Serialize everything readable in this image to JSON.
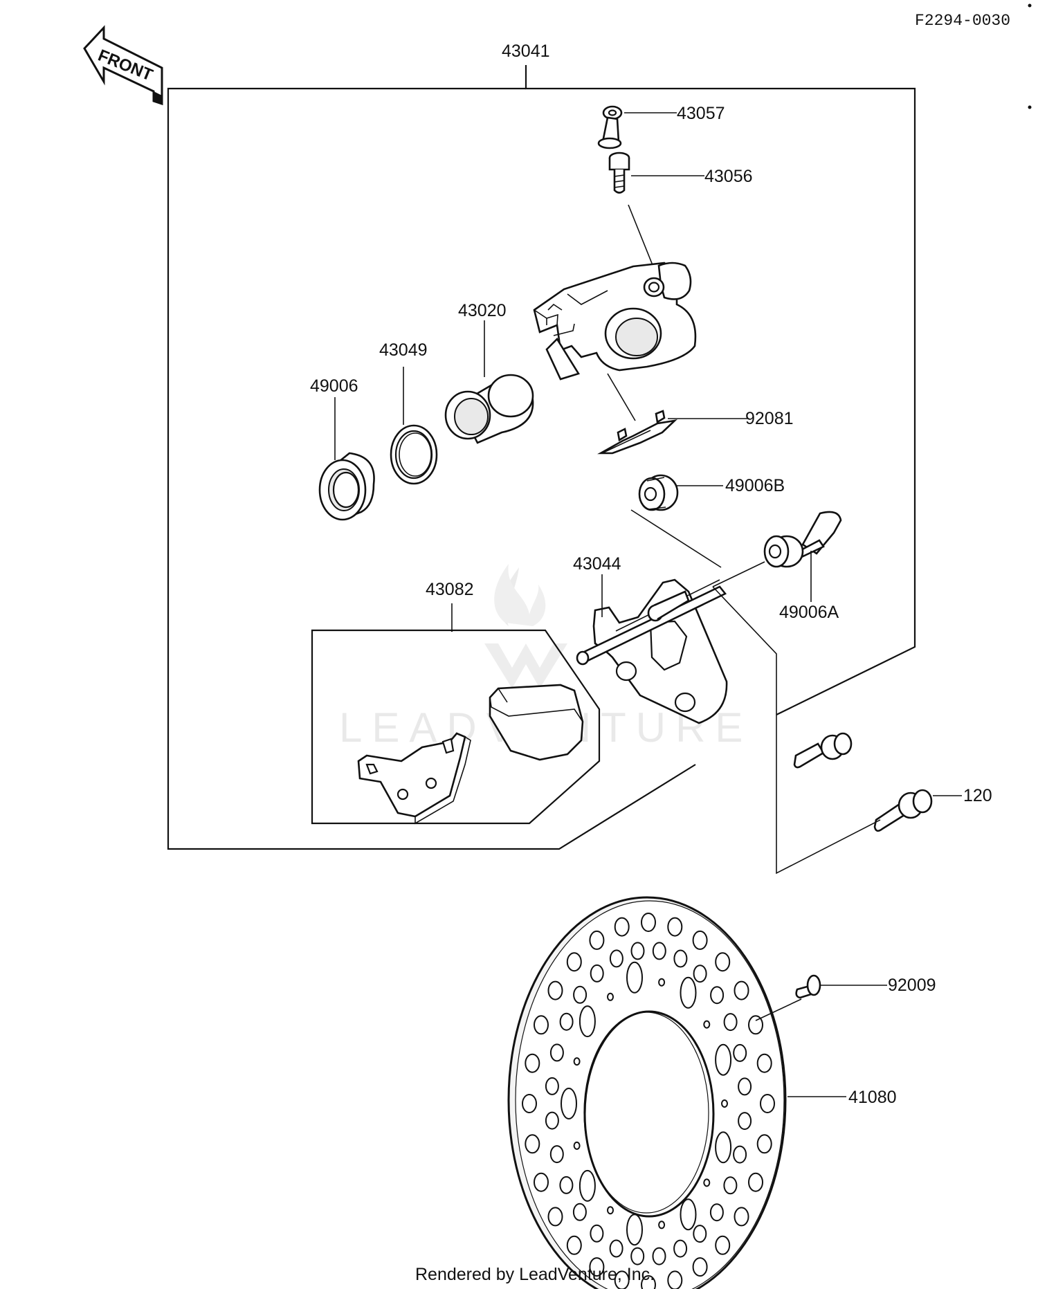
{
  "diagram_code": "F2294-0030",
  "front_label": "FRONT",
  "watermark": "LEADVENTURE",
  "footer": "Rendered by LeadVenture, Inc.",
  "parts": {
    "p43041": "43041",
    "p43057": "43057",
    "p43056": "43056",
    "p43020": "43020",
    "p43049": "43049",
    "p49006": "49006",
    "p92081": "92081",
    "p49006B": "49006B",
    "p43044": "43044",
    "p43082": "43082",
    "p49006A": "49006A",
    "p120": "120",
    "p92009": "92009",
    "p41080": "41080"
  }
}
